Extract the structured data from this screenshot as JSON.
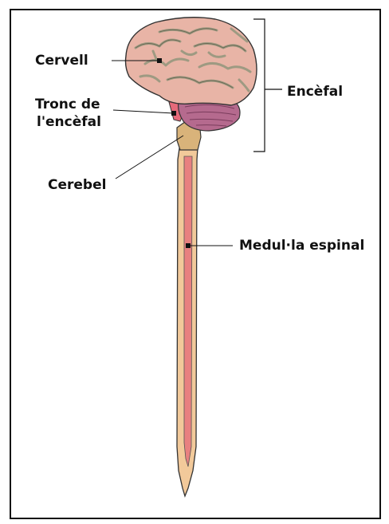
{
  "labels": {
    "cervell": "Cervell",
    "tronc_line1": "Tronc de",
    "tronc_line2": "l'encèfal",
    "cerebel": "Cerebel",
    "encefal": "Encèfal",
    "medulla": "Medul·la espinal"
  },
  "colors": {
    "brain": "#e8b4a6",
    "brain_folds": "#9e9a82",
    "cerebellum": "#b56a8e",
    "brainstem": "#e56a7a",
    "spinal_outer": "#f2c99a",
    "spinal_inner": "#e88080",
    "frame": "#111111"
  }
}
